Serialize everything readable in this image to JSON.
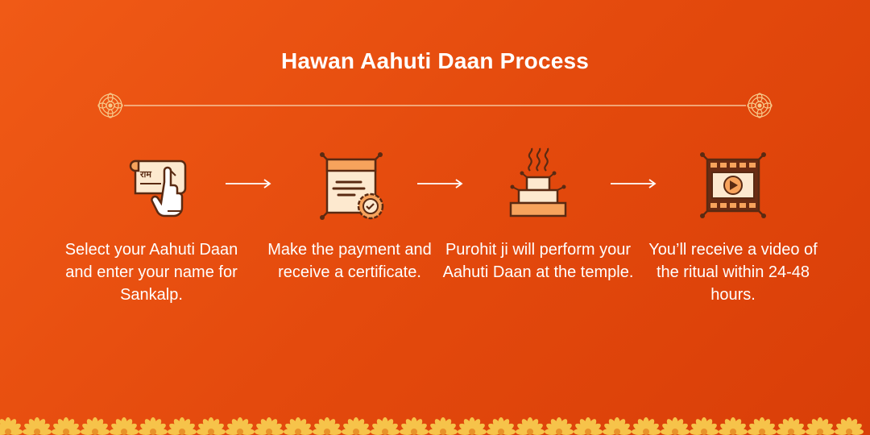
{
  "header": {
    "title": "Hawan Aahuti Daan Process"
  },
  "steps": [
    {
      "icon": "sankalp-scroll-hand-icon",
      "scroll_text": "राम",
      "description": "Select your Aahuti Daan and enter your name for Sankalp."
    },
    {
      "icon": "certificate-badge-icon",
      "description": "Make the payment and receive a certificate."
    },
    {
      "icon": "hawan-kund-smoke-icon",
      "description": "Purohit ji will perform your Aahuti Daan at the temple."
    },
    {
      "icon": "video-film-play-icon",
      "description": "You’ll receive a video of the ritual within 24-48 hours."
    }
  ],
  "colors": {
    "background": "#e44a0d",
    "text": "#ffffff",
    "icon_outline": "#5a2a12",
    "icon_fill_light": "#fde9cf",
    "icon_fill_accent": "#f7a35c",
    "border_flower": "#f6c34a"
  }
}
